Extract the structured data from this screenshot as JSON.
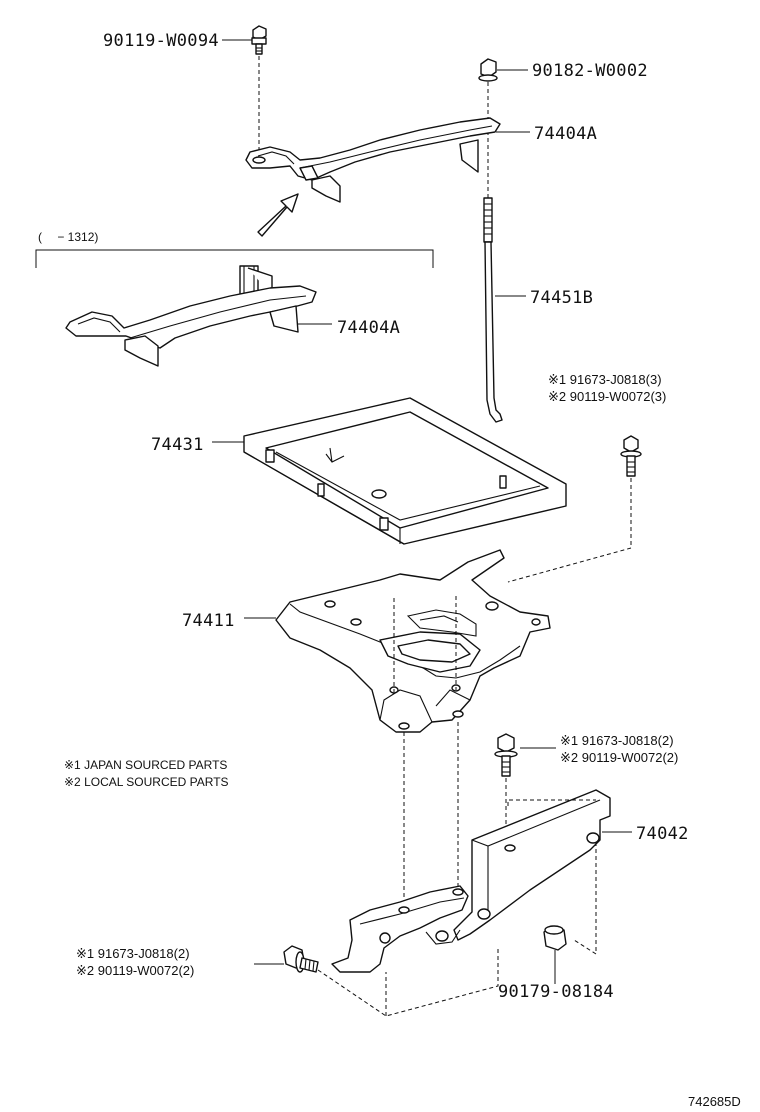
{
  "labels": {
    "bolt_top_left": "90119-W0094",
    "nut_top_right": "90182-W0002",
    "clamp_upper": "74404A",
    "clamp_lower": "74404A",
    "rod": "74451B",
    "tray": "74431",
    "carrier": "74411",
    "bracket": "74042",
    "nut_bottom": "90179-08184"
  },
  "date_range": "(　 − 1312)",
  "note_groups": {
    "right_upper": {
      "line1": "※1 91673-J0818(3)",
      "line2": "※2 90119-W0072(3)"
    },
    "right_middle": {
      "line1": "※1 91673-J0818(2)",
      "line2": "※2 90119-W0072(2)"
    },
    "left_bottom": {
      "line1": "※1 91673-J0818(2)",
      "line2": "※2 90119-W0072(2)"
    }
  },
  "legend": {
    "line1": "※1 JAPAN SOURCED PARTS",
    "line2": "※2 LOCAL SOURCED PARTS"
  },
  "illustration_number": "742685D"
}
